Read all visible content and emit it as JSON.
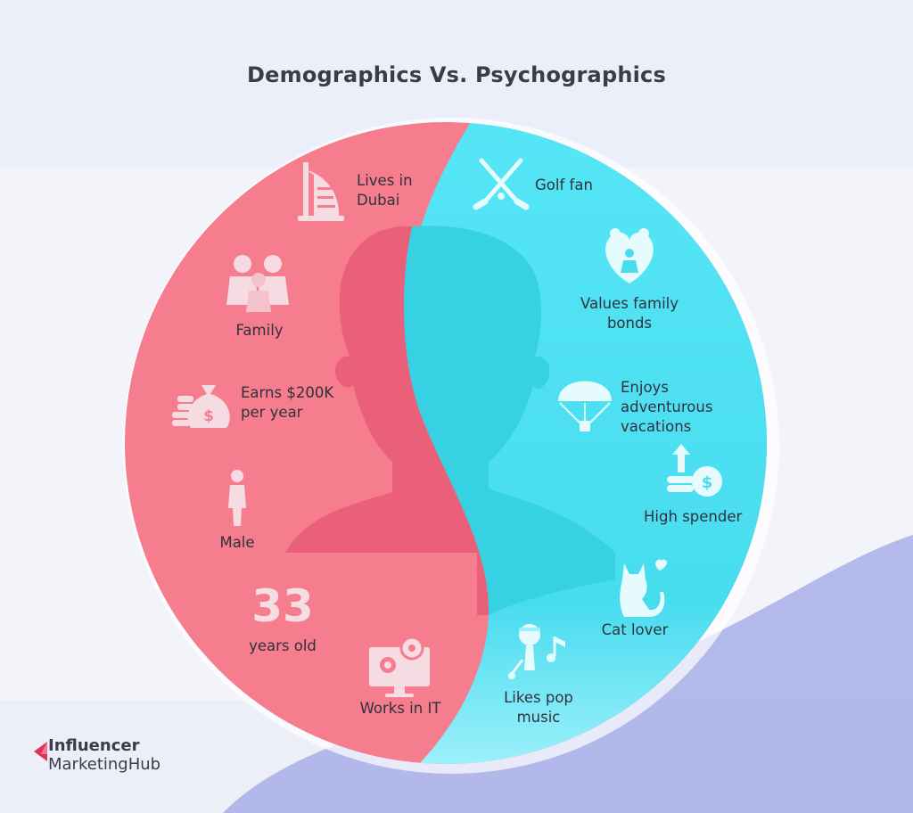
{
  "title": "Demographics Vs. Psychographics",
  "colors": {
    "demographics": "#f57d8d",
    "psychographics": "#4fe2f2",
    "head_left": "#e96078",
    "head_right": "#37d1e4",
    "icon": "#f6dce2"
  },
  "demographics": {
    "location": {
      "label": "Lives in\nDubai",
      "icon": "burj-al-arab-icon"
    },
    "family": {
      "label": "Family",
      "icon": "family-icon"
    },
    "income": {
      "label": "Earns $200K\nper year",
      "icon": "money-bag-icon"
    },
    "gender": {
      "label": "Male",
      "icon": "male-person-icon"
    },
    "age": {
      "number": "33",
      "label": "years old"
    },
    "occupation": {
      "label": "Works in IT",
      "icon": "computer-gears-icon"
    }
  },
  "psychographics": {
    "hobby": {
      "label": "Golf fan",
      "icon": "golf-clubs-icon"
    },
    "values": {
      "label": "Values family\nbonds",
      "icon": "family-heart-icon"
    },
    "travel": {
      "label": "Enjoys\nadventurous\nvacations",
      "icon": "parachute-icon"
    },
    "spending": {
      "label": "High spender",
      "icon": "coins-arrow-icon"
    },
    "pets": {
      "label": "Cat lover",
      "icon": "cat-heart-icon"
    },
    "music": {
      "label": "Likes pop\nmusic",
      "icon": "singer-note-icon"
    }
  },
  "brand": {
    "line1": "Influencer",
    "line2": "MarketingHub",
    "icon": "influencer-marketing-hub-logo-icon"
  }
}
